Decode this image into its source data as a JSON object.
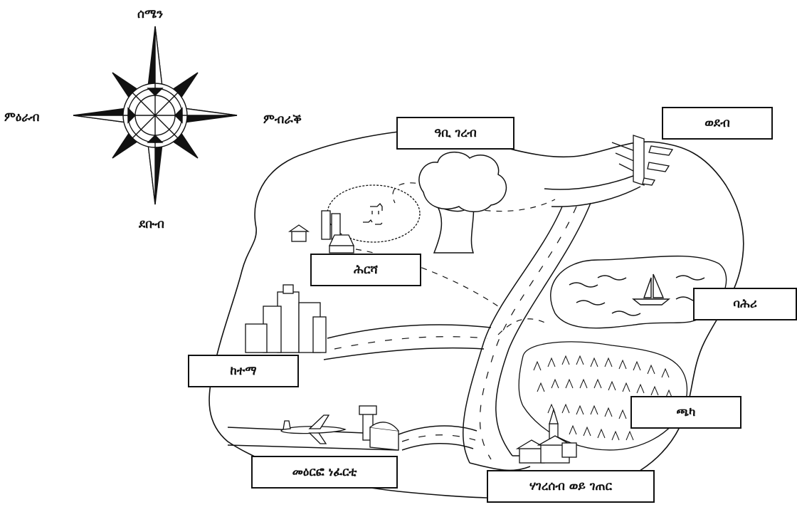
{
  "compass": {
    "north": "ሰሜን",
    "south": "ደቡብ",
    "east": "ምብራቕ",
    "west": "ምዕራብ"
  },
  "labels": {
    "big_tree": "ዓቢ ገረብ",
    "port": "ወደብ",
    "farm": "ሕርሻ",
    "sea": "ባሕሪ",
    "city": "ከተማ",
    "forest": "ጫካ",
    "airport": "መዕርፎ ነፈርቲ",
    "village": "ሃገረሰብ ወይ ገጠር"
  },
  "colors": {
    "ink": "#111111",
    "paper": "#ffffff"
  }
}
